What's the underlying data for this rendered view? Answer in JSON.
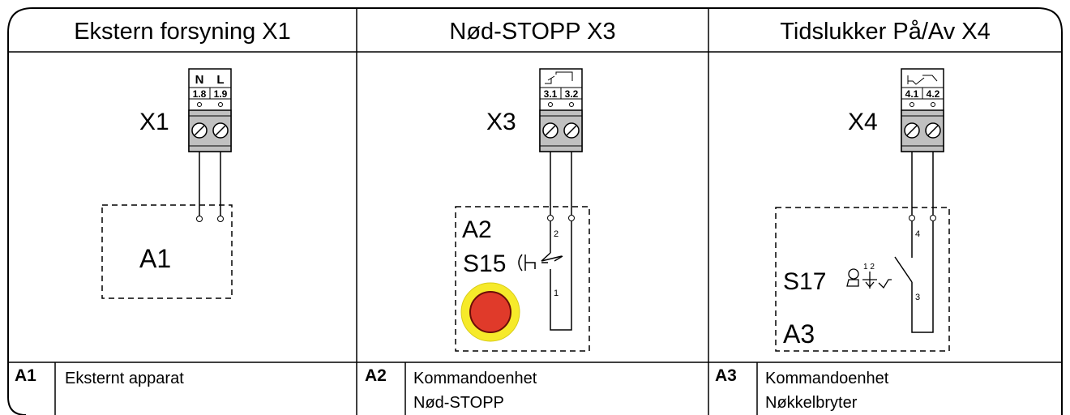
{
  "columns": [
    {
      "title": "Ekstern forsyning X1",
      "connector": "X1",
      "terminal_top": [
        "N",
        "L"
      ],
      "terminal_nums": [
        "1.8",
        "1.9"
      ],
      "device": "A1",
      "code": "A1",
      "desc": [
        "Eksternt apparat"
      ]
    },
    {
      "title": "Nød-STOPP X3",
      "connector": "X3",
      "terminal_nums": [
        "3.1",
        "3.2"
      ],
      "device": "A2",
      "switch_label": "S15",
      "contact_top": "2",
      "contact_bottom": "1",
      "code": "A2",
      "desc": [
        "Kommandoenhet",
        "Nød-STOPP"
      ]
    },
    {
      "title": "Tidslukker På/Av X4",
      "connector": "X4",
      "terminal_nums": [
        "4.1",
        "4.2"
      ],
      "device": "A3",
      "switch_label": "S17",
      "key_positions": "1 2",
      "contact_top": "4",
      "contact_bottom": "3",
      "code": "A3",
      "desc": [
        "Kommandoenhet",
        "Nøkkelbryter"
      ]
    }
  ],
  "colors": {
    "line": "#000000",
    "terminal_fill": "#c0c0c0",
    "estop_red": "#e03a2a",
    "estop_yellow": "#f6ea2a"
  }
}
